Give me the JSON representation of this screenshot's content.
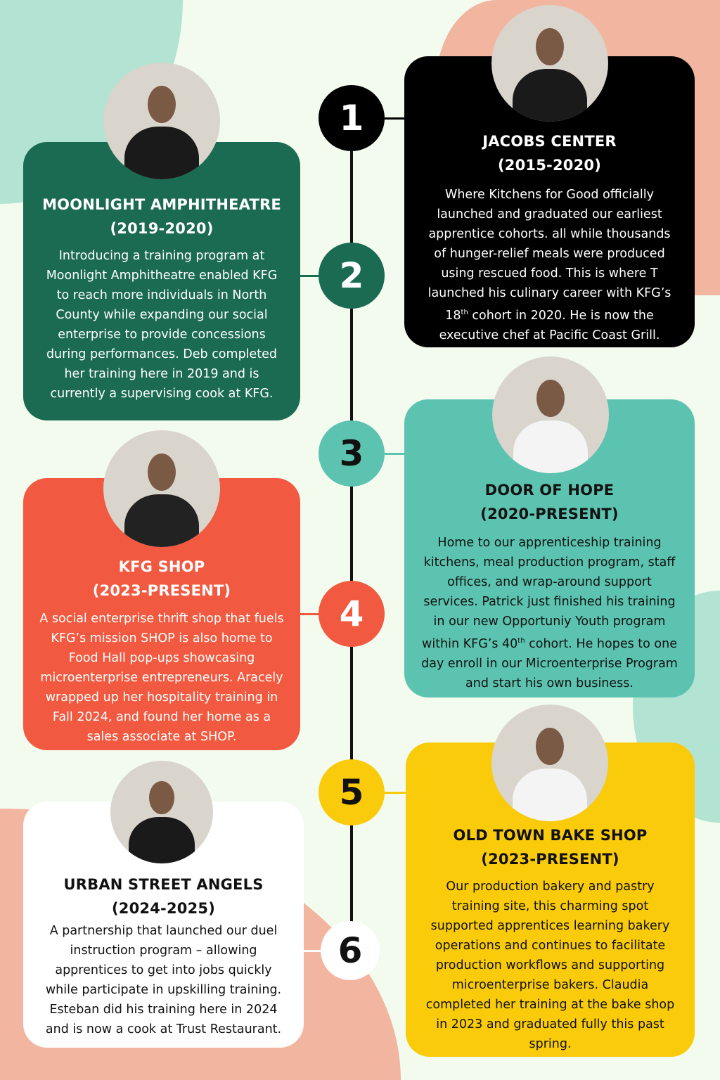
{
  "colors": {
    "background": "#f3fbef",
    "mint_blob": "#b2e3d3",
    "salmon_blob": "#f2b5a0",
    "black": "#000000",
    "green": "#1b6a52",
    "teal": "#5cc3b0",
    "red": "#f15a40",
    "yellow": "#f9cb0a",
    "white": "#ffffff"
  },
  "milestones": [
    {
      "number": "1",
      "title": "JACOBS CENTER\n(2015-2020)",
      "body": "Where Kitchens for Good officially\nlaunched and graduated our earliest\napprentice cohorts. all while thousands\nof hunger-relief meals were produced\nusing rescued food. This is where T\nlaunched his culinary career with KFG’s\n18th cohort in 2020. He is now the\nexecutive chef at Pacific Coast Grill.",
      "photo": "chef-photo-t"
    },
    {
      "number": "2",
      "title": "MOONLIGHT AMPHITHEATRE\n(2019-2020)",
      "body": "Introducing a training program at\nMoonlight Amphitheatre enabled KFG\nto reach more individuals in North\nCounty while expanding our social\nenterprise to provide concessions\nduring performances. Deb completed\nher training here in 2019 and is\ncurrently a supervising cook at KFG.",
      "photo": "deb-photo"
    },
    {
      "number": "3",
      "title": "DOOR OF HOPE\n(2020-PRESENT)",
      "body": "Home to our apprenticeship training\nkitchens, meal production program, staff\noffices, and wrap-around support\nservices. Patrick just finished his training\nin our new Opportuniy Youth program\nwithin KFG’s 40th cohort. He hopes to one\nday enroll in our Microenterprise Program\nand start his own business.",
      "photo": "patrick-photo"
    },
    {
      "number": "4",
      "title": "KFG SHOP\n(2023-PRESENT)",
      "body": "A social enterprise thrift shop that fuels\nKFG’s mission SHOP is also home to\nFood Hall pop-ups showcasing\nmicroenterprise entrepreneurs. Aracely\nwrapped up her hospitality training in\nFall 2024, and found her home as a\nsales associate at SHOP.",
      "photo": "aracely-photo"
    },
    {
      "number": "5",
      "title": "OLD TOWN BAKE SHOP\n(2023-PRESENT)",
      "body": "Our production bakery and pastry\ntraining site, this charming spot\nsupported apprentices learning bakery\noperations and continues to facilitate\nproduction workflows and supporting\nmicroenterprise bakers. Claudia\ncompleted her training at the bake shop\nin 2023 and graduated fully this past\nspring.",
      "photo": "claudia-photo"
    },
    {
      "number": "6",
      "title": "URBAN STREET ANGELS\n(2024-2025)",
      "body": "A partnership that launched our duel\ninstruction program – allowing\napprentices to get into jobs quickly\nwhile participate in upskilling training.\nEsteban did his training here in 2024\nand is now a cook at Trust Restaurant.",
      "photo": "esteban-photo"
    }
  ]
}
